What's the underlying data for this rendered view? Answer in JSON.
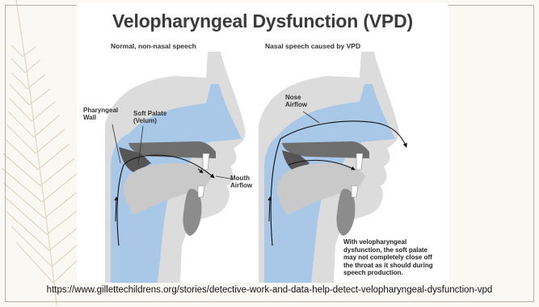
{
  "title": "Velopharyngeal Dysfunction (VPD)",
  "left_panel": {
    "heading": "Normal, non-nasal speech",
    "labels": {
      "soft_palate": "Soft Palate\n(Velum)",
      "pharyngeal_wall": "Pharyngeal\nWall",
      "mouth_airflow": "Mouth\nAirflow"
    }
  },
  "right_panel": {
    "heading": "Nasal speech caused by VPD",
    "labels": {
      "nose_airflow": "Nose\nAirflow"
    },
    "note": "With velopharyngeal dysfunction, the soft palate may not completely close off the throat as it should during speech production."
  },
  "source_url": "https://www.gillettechildrens.org/stories/detective-work-and-data-help-detect-velopharyngeal-dysfunction-vpd",
  "colors": {
    "airway_blue": "#a9c8e8",
    "tissue_gray": "#d3d3d3",
    "bone_gray": "#8c8c8c",
    "palate_dark": "#5f5f5f",
    "fern": "#d9cdb8"
  }
}
